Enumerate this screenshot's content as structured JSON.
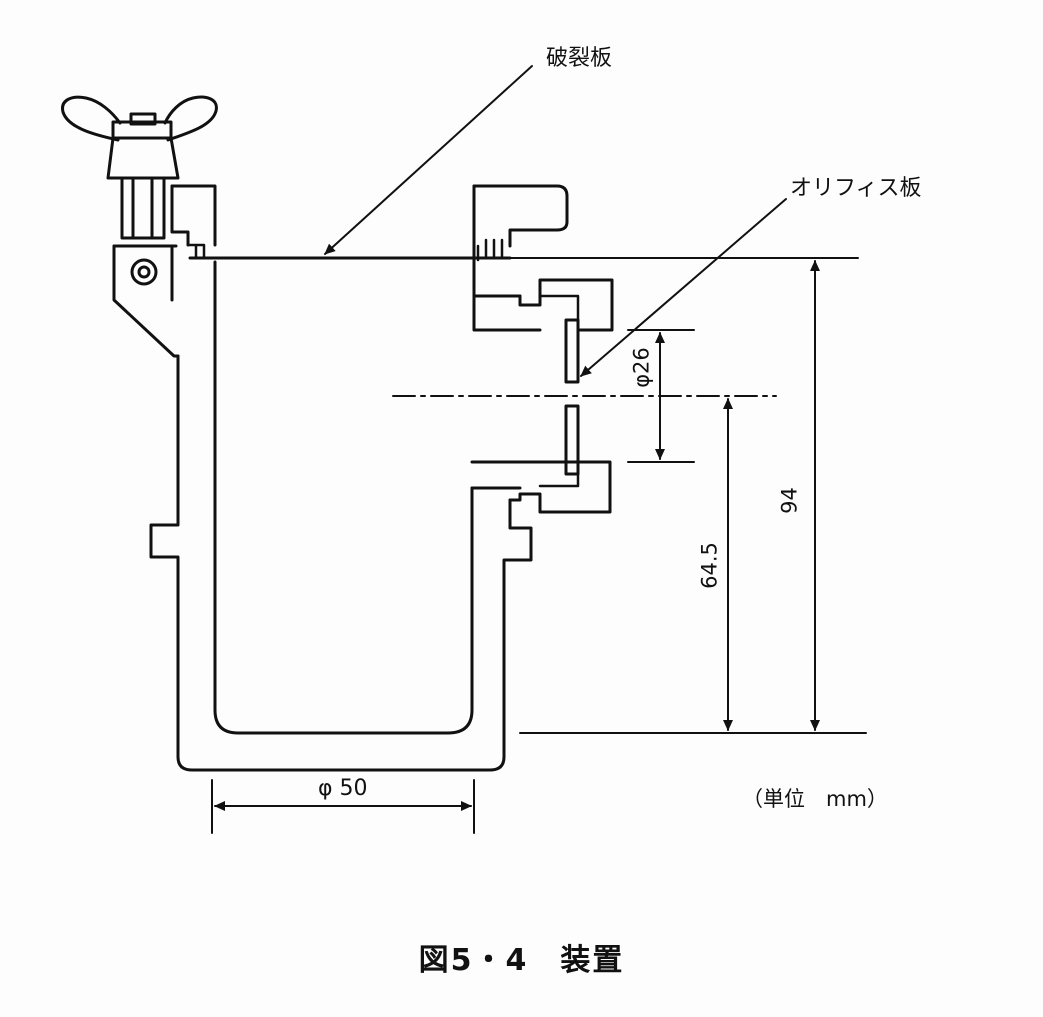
{
  "labels": {
    "rupture_disc": "破裂板",
    "orifice_plate": "オリフィス板",
    "orifice_diameter": "φ26",
    "height_total": "94",
    "height_axis": "64.5",
    "base_diameter": "φ 50",
    "unit": "（単位　mm）"
  },
  "caption": "図5・4　装置",
  "colors": {
    "ink": "#111111",
    "paper": "#fdfdfd"
  }
}
